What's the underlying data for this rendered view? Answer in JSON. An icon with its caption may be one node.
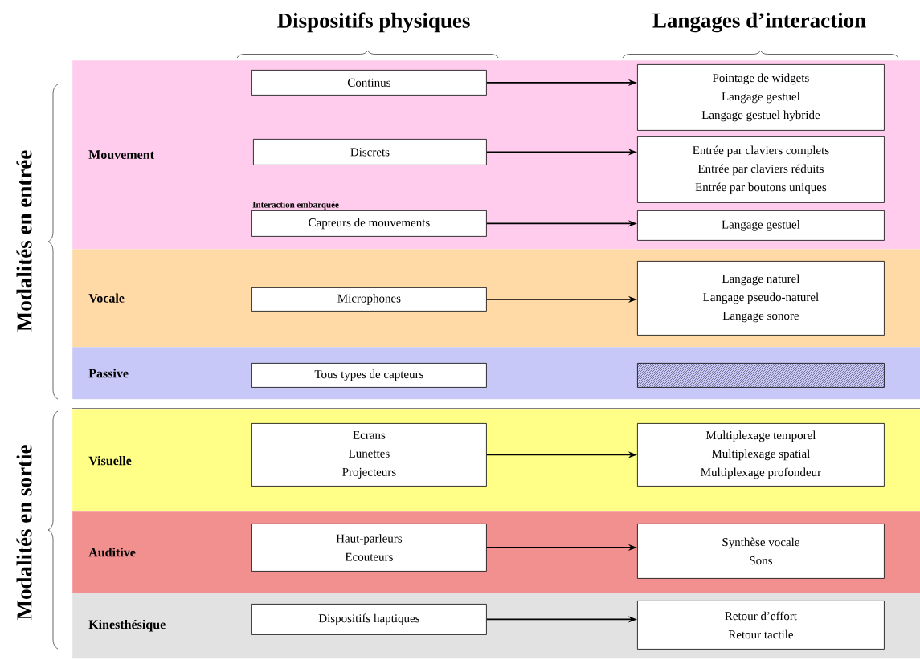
{
  "diagram": {
    "nodes": [
      {
        "text": [
          "Mouvement"
        ]
      },
      {
        "text": [
          "Continus"
        ],
        "in": 0
      },
      {
        "text": [
          "Pointage de widgets",
          "Langage gestuel",
          "Langage gestuel hybride"
        ],
        "in": 0
      },
      {
        "text": [
          "Discrets"
        ],
        "in": 0
      },
      {
        "text": [
          "Entrée par claviers complets",
          "Entrée par claviers réduits",
          "Entrée par boutons uniques"
        ],
        "in": 0
      },
      {
        "text": [
          "Capteurs de mouvements"
        ],
        "beside": [
          "Interaction embarquée"
        ],
        "in": 0
      },
      {
        "text": [
          "Langage gestuel"
        ],
        "in": 0
      },
      {
        "text": [
          "Vocale"
        ]
      },
      {
        "text": [
          "Microphones"
        ],
        "in": 7
      },
      {
        "text": [
          "Langage naturel",
          "Langage pseudo-naturel",
          "Langage sonore"
        ],
        "in": 7
      },
      {
        "text": [
          "Passive"
        ]
      },
      {
        "text": [
          "Tous types de capteurs"
        ],
        "in": 10
      },
      {
        "text": [],
        "shape": "box",
        "in": 10
      },
      {
        "text": [
          "Visuelle"
        ]
      },
      {
        "text": [
          "Ecrans",
          "Lunettes",
          "Projecteurs"
        ],
        "in": 13
      },
      {
        "text": [
          "Multiplexage temporel",
          "Multiplexage spatial",
          "Multiplexage profondeur"
        ],
        "in": 13
      },
      {
        "text": [
          "Auditive"
        ]
      },
      {
        "text": [
          "Haut-parleurs",
          "Ecouteurs"
        ],
        "in": 16
      },
      {
        "text": [
          "Synthèse vocale",
          "Sons"
        ],
        "in": 16
      },
      {
        "text": [
          "Kinesthésique"
        ]
      },
      {
        "text": [
          "Dispositifs haptiques"
        ],
        "in": 19
      },
      {
        "text": [
          "Retour d’effort",
          "Retour tactile"
        ],
        "in": 19
      }
    ],
    "edges": [
      {
        "from": 1,
        "to": 2,
        "arrow": "to"
      },
      {
        "from": 3,
        "to": 4,
        "arrow": "to"
      },
      {
        "from": 5,
        "to": 6,
        "arrow": "to"
      },
      {
        "from": 8,
        "to": 9,
        "arrow": "to"
      },
      {
        "from": 14,
        "to": 15,
        "arrow": "to"
      },
      {
        "from": 17,
        "to": 18,
        "arrow": "to"
      },
      {
        "from": 20,
        "to": 21,
        "arrow": "to"
      }
    ],
    "labels": [
      "Dispositifs physiques",
      "Langages d’interaction",
      "Modalités en entrée",
      "Modalités en sortie"
    ]
  }
}
